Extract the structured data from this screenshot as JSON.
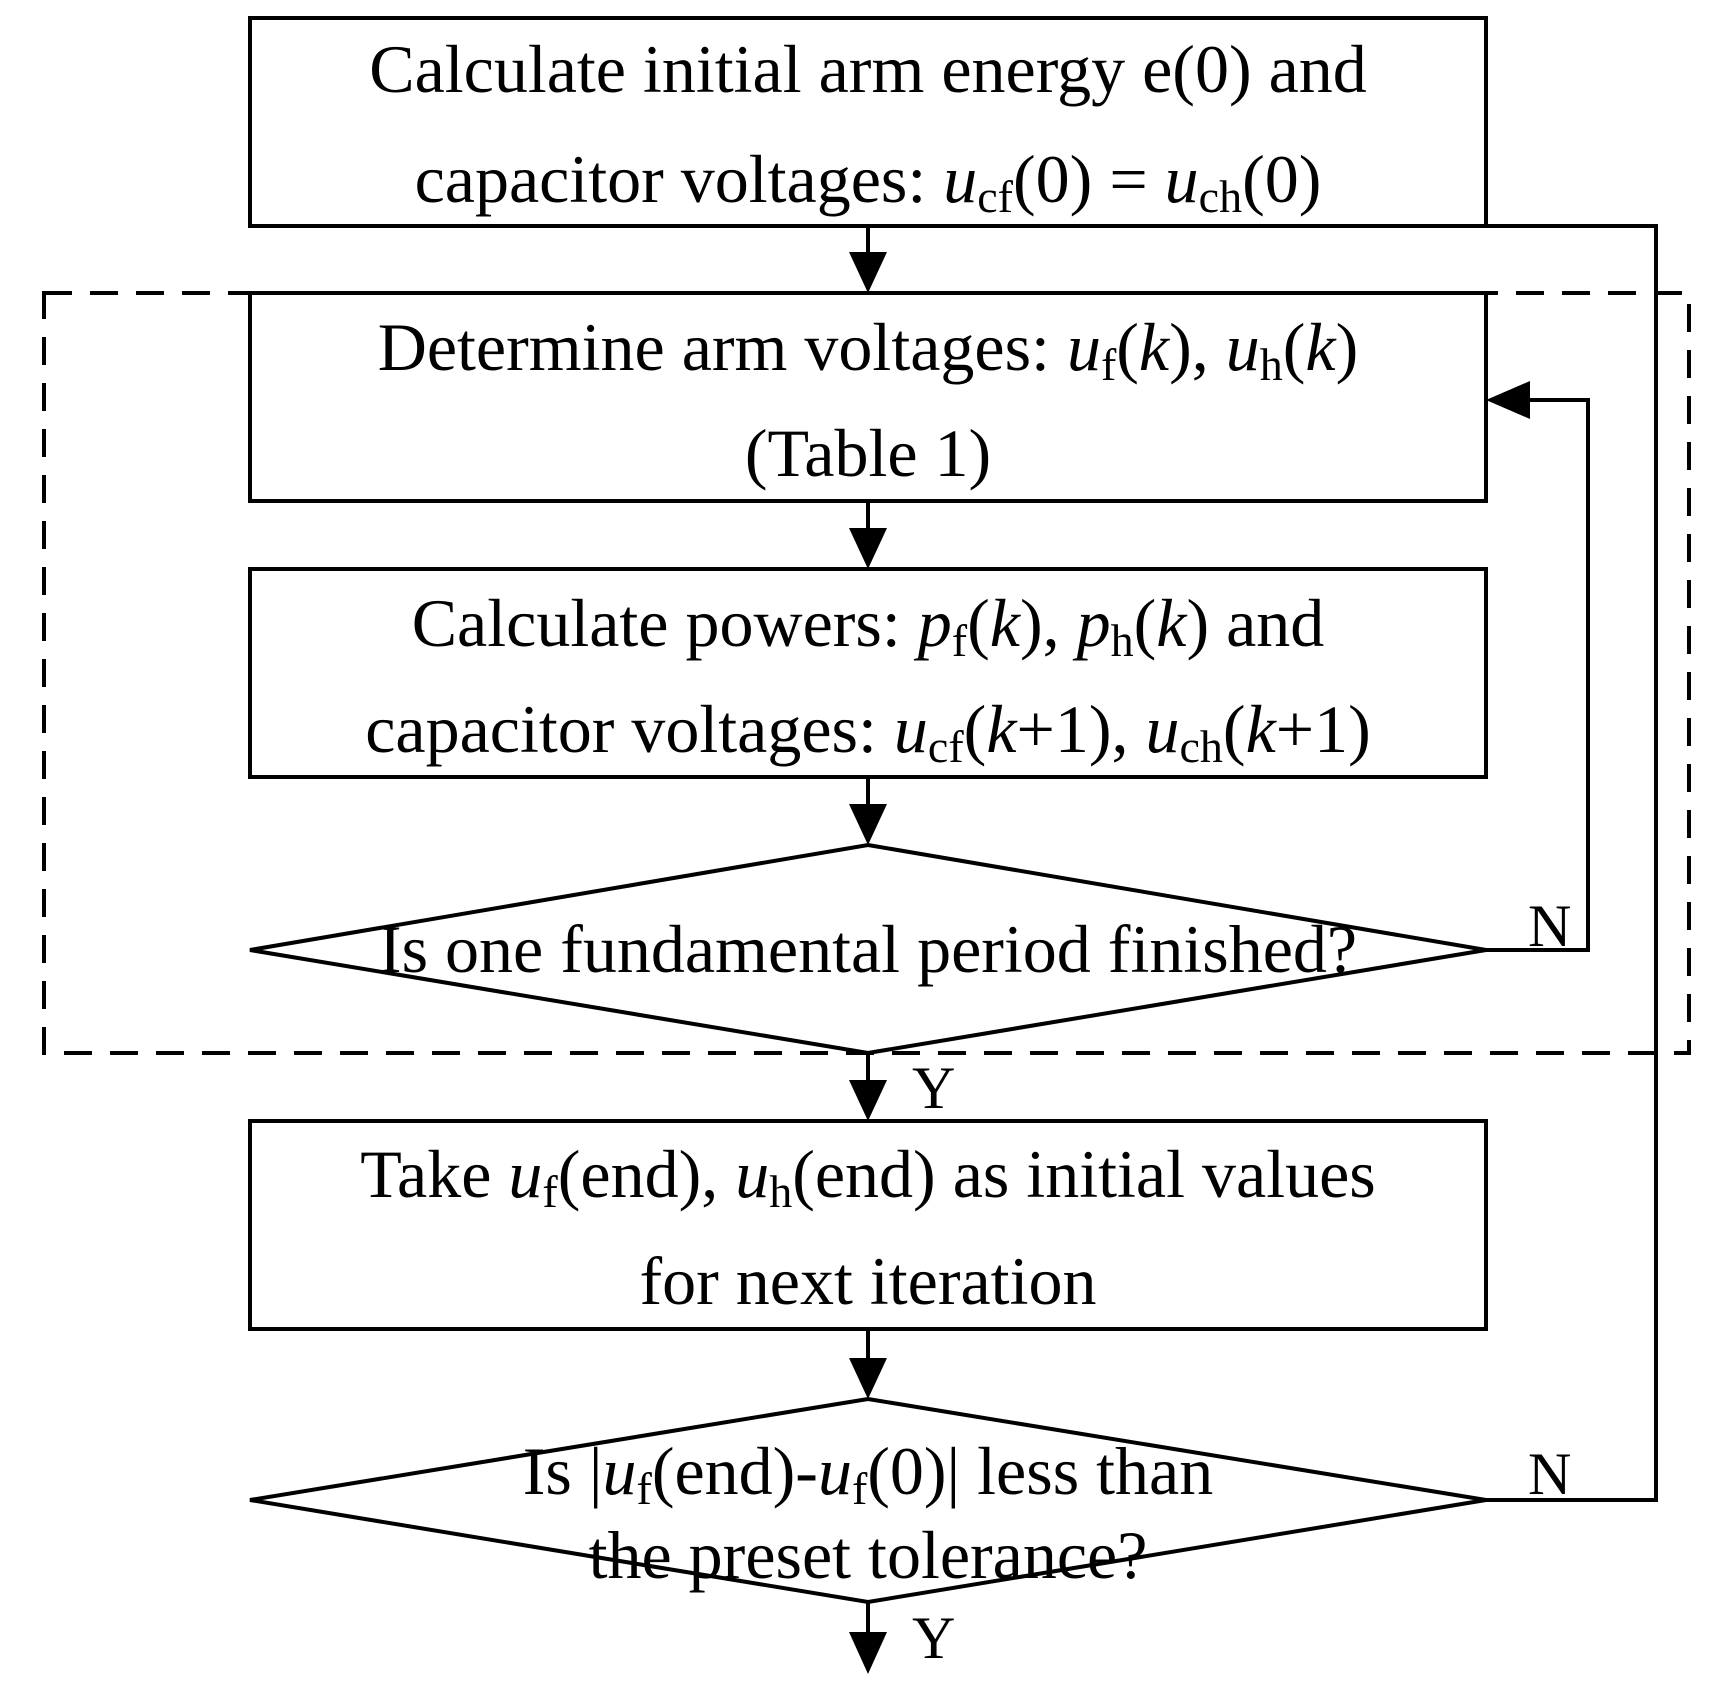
{
  "flowchart": {
    "step1": {
      "line1": "Calculate initial arm energy e(0) and",
      "line2_prefix": "capacitor voltages: ",
      "u": "u",
      "sub_cf": "cf",
      "sub_ch": "ch",
      "arg0": "(0)",
      "eq": " = "
    },
    "step2": {
      "prefix": "Determine arm voltages: ",
      "u": "u",
      "sub_f": "f",
      "sub_h": "h",
      "lp": "(",
      "k": "k",
      "rp": ")",
      "sep": ", ",
      "line2": "(Table 1)"
    },
    "step3": {
      "prefix": "Calculate powers: ",
      "p": "p",
      "sub_f": "f",
      "sub_h": "h",
      "lp": "(",
      "k": "k",
      "rp": ")",
      "sep": ", ",
      "and": " and",
      "line2_prefix": "capacitor voltages: ",
      "u": "u",
      "sub_cf": "cf",
      "sub_ch": "ch",
      "kplus": "+1)"
    },
    "decision1": {
      "text": "Is one fundamental period finished?"
    },
    "step4": {
      "prefix": "Take ",
      "u": "u",
      "sub_f": "f",
      "sub_h": "h",
      "end_arg": "(end)",
      "sep": ", ",
      "suffix": " as initial values",
      "line2": "for next iteration"
    },
    "decision2": {
      "prefix": "Is |",
      "u": "u",
      "sub_f": "f",
      "end_arg": "(end)-",
      "zero_arg": "(0)| less than",
      "line2": "the preset tolerance?"
    },
    "labels": {
      "yes": "Y",
      "no": "N"
    }
  }
}
